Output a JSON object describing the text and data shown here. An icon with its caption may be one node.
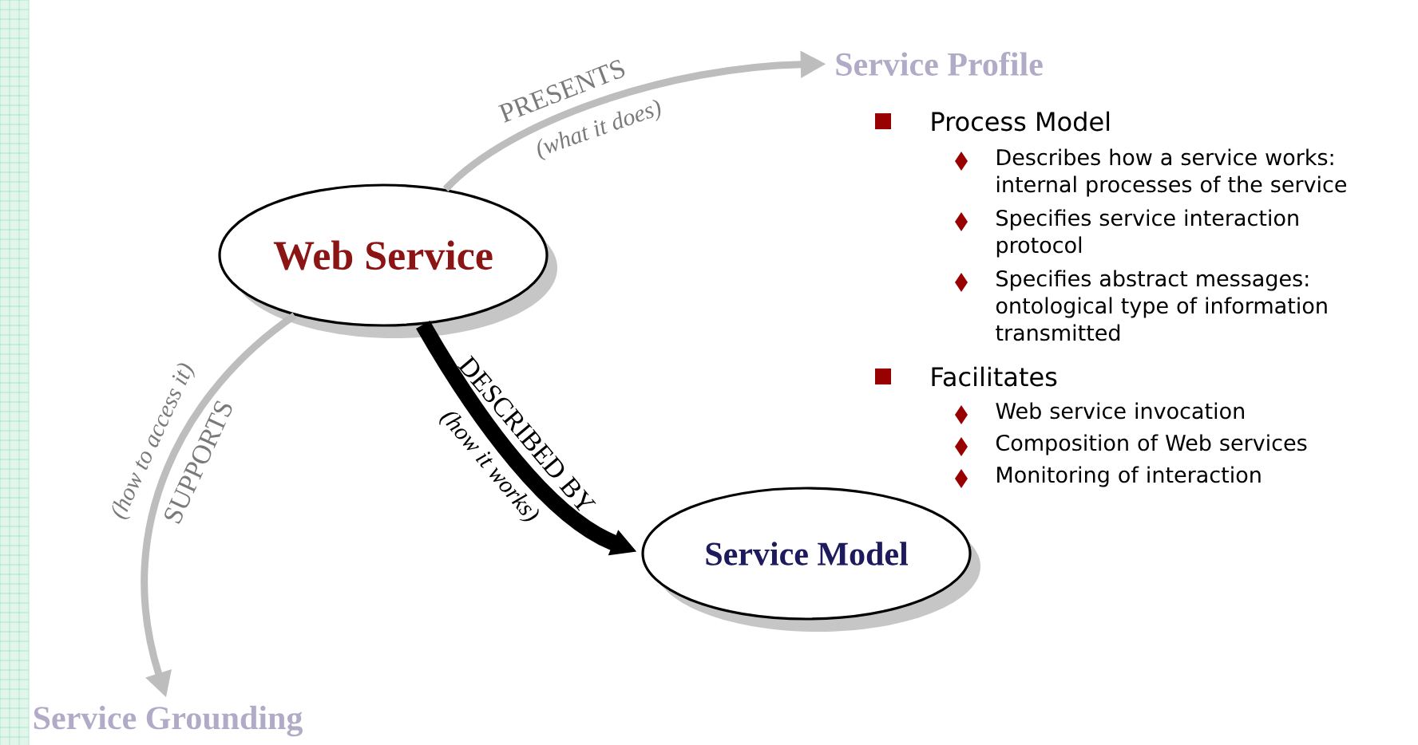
{
  "diagram": {
    "nodes": [
      {
        "text": [
          "Web Service"
        ]
      },
      {
        "text": [
          "Service Profile"
        ]
      },
      {
        "text": [
          "Service Model"
        ]
      },
      {
        "text": [
          "Service Grounding"
        ]
      }
    ],
    "edges": [
      {
        "from": 0,
        "to": 1,
        "arrow": "to",
        "label": "PRESENTS"
      },
      {
        "from": 0,
        "to": 2,
        "arrow": "to",
        "label": "DESCRIBED BY",
        "style": "thick",
        "color": "#000000"
      },
      {
        "from": 0,
        "to": 3,
        "arrow": "to",
        "label": "SUPPORTS"
      }
    ],
    "labels": [
      "(what it does)",
      "(how it works)",
      "(how to access it)",
      "Process Model",
      "Describes how a service works: internal processes of the service",
      "Specifies service interaction protocol",
      "Specifies abstract messages: ontological type of information transmitted",
      "Facilitates",
      "Web service invocation",
      "Composition of Web services",
      "Monitoring of interaction"
    ]
  }
}
